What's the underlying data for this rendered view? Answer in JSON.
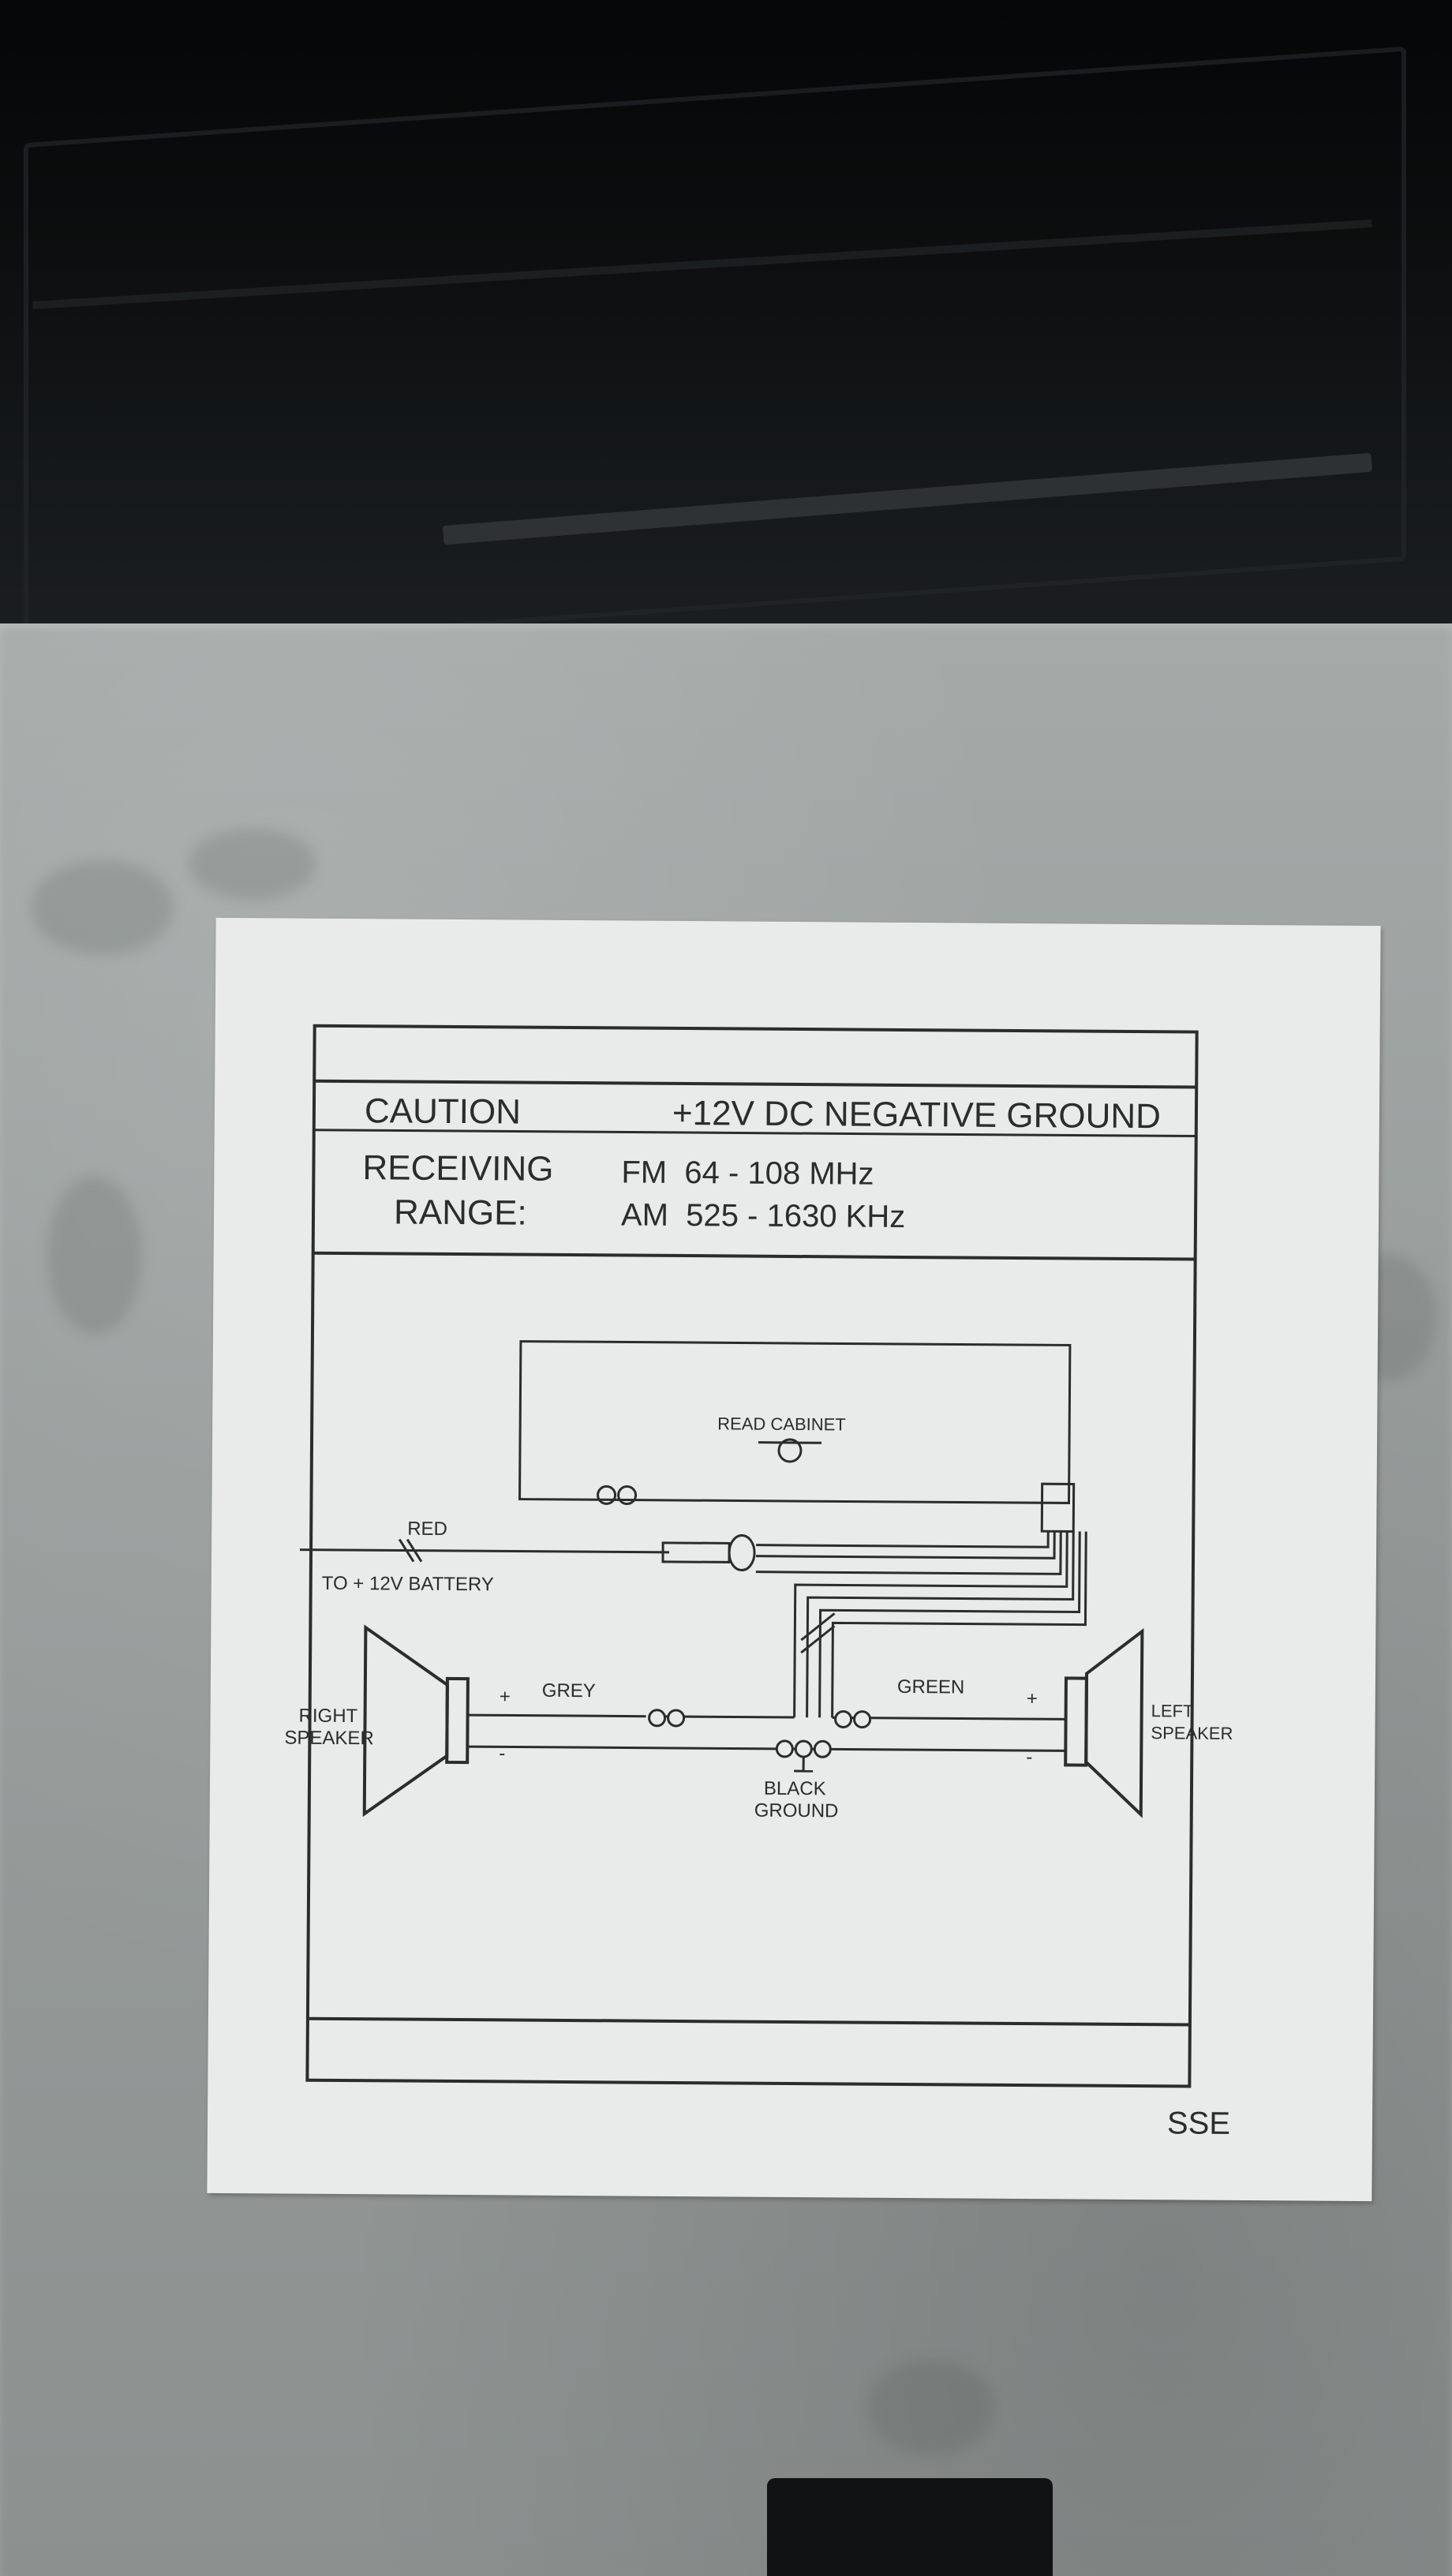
{
  "caution": "CAUTION",
  "power": "+12V DC NEGATIVE GROUND",
  "receiving_line1": "RECEIVING",
  "receiving_line2": "RANGE:",
  "fm_range": "FM  64 - 108 MHz",
  "am_range": "AM  525 - 1630 KHz",
  "read_cabinet": "READ CABINET",
  "red_wire": "RED",
  "battery": "TO + 12V BATTERY",
  "right_speaker_1": "RIGHT",
  "right_speaker_2": "SPEAKER",
  "left_speaker_1": "LEFT",
  "left_speaker_2": "SPEAKER",
  "grey_wire": "GREY",
  "green_wire": "GREEN",
  "black_ground_1": "BLACK",
  "black_ground_2": "GROUND",
  "plus": "+",
  "minus": "-",
  "brand": "SSE",
  "colors": {
    "label": "#e9ebea",
    "ink": "#2b2d2d",
    "metal": "#9a9f9e",
    "background_dark": "#0c0e0f"
  }
}
